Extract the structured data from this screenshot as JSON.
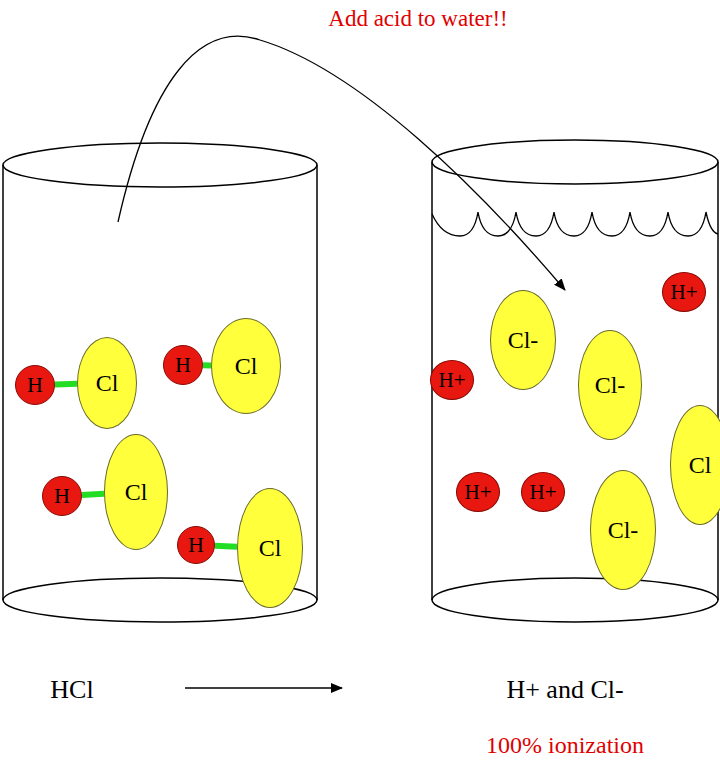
{
  "diagram": {
    "title": "Add acid to water!!",
    "nodes": [
      {
        "text": [
          "H"
        ]
      },
      {
        "text": [
          "Cl"
        ]
      },
      {
        "text": [
          "H"
        ]
      },
      {
        "text": [
          "Cl"
        ]
      },
      {
        "text": [
          "H"
        ]
      },
      {
        "text": [
          "Cl"
        ]
      },
      {
        "text": [
          "H"
        ]
      },
      {
        "text": [
          "Cl"
        ]
      },
      {
        "text": [
          "Cl-"
        ]
      },
      {
        "text": [
          "H+"
        ]
      },
      {
        "text": [
          "H+"
        ]
      },
      {
        "text": [
          "Cl-"
        ]
      },
      {
        "text": [
          "Cl"
        ]
      },
      {
        "text": [
          "H+"
        ]
      },
      {
        "text": [
          "H+"
        ]
      },
      {
        "text": [
          "Cl-"
        ]
      }
    ],
    "edges": [
      {
        "from": 0,
        "to": 1,
        "arrow": "none"
      },
      {
        "from": 2,
        "to": 3,
        "arrow": "none"
      },
      {
        "from": 4,
        "to": 5,
        "arrow": "none"
      },
      {
        "from": 6,
        "to": 7,
        "arrow": "none"
      }
    ],
    "labels": [
      "HCl",
      "H+ and Cl-",
      "100% ionization"
    ]
  }
}
